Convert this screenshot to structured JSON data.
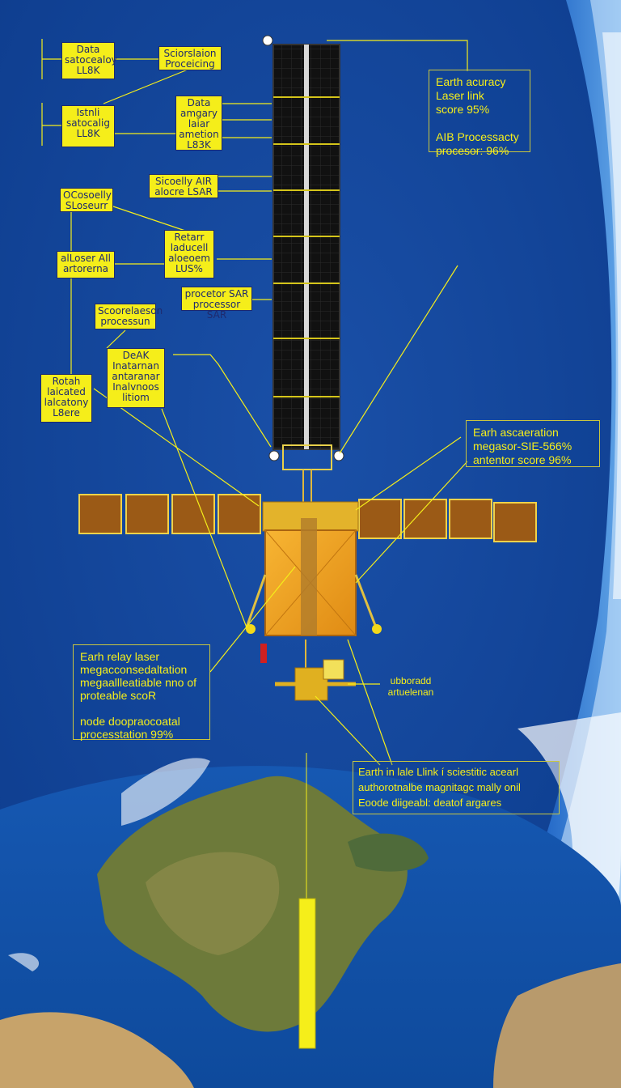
{
  "palette": {
    "space": "#0d3f92",
    "label_yellow": "#f5ee1a",
    "label_text": "#1e2a6e",
    "solar_panel": "#141414",
    "solar_wing": "#9b5a16",
    "satellite_body": "#f0a022",
    "ocean": "#1560b8",
    "land": "#6d7a3a",
    "cloud": "#ffffff"
  },
  "labels": {
    "l1": "Data\nsatocealoy\nLL8K",
    "l2": "Sciorslaion\nProceicing",
    "l3": "Istnli\nsatocalig\nLL8K",
    "l4": "Data\namgary\nlaiar\nametion\nL83K",
    "l5": "Sicoelly AIR\nalocre LSAR",
    "l6": "OCosoelly\nSLoseurr",
    "l7": "Retarr\nladucell\naloeoem\nLUS%",
    "l8": "alLoser AIl\nartorerna",
    "l9": "procetor SAR\nprocessor SAR",
    "l10": "Scoorelaeson\nprocessun",
    "l11": "DeAK\nInatarnan\nantaranar\nInalvnoos\nlitiom",
    "l12": "Rotah\nlaicated\nlalcatony\nL8ere",
    "callout_top_right": "Earth acuracy\nLaser link\nscore  95%\n\nAIB Processacty\nprocesor: 96%",
    "callout_mid_right": "Earh ascaeration\nmegasor-SIE-566%\nantentor score  96%",
    "callout_left": "Earh relay laser\nmegacconsedaltation\nmegaallleatiable nno of\nproteable scoR\n\nnode doopraocoatal\nprocesstation 99%",
    "antenna_label": "ubboradd\nartuelenan",
    "callout_bottom": "Earth in lale Llink í sciestitic acearl\nauthorotnalbe magnitagc mally onil\nEoode diigeabl: deatof argares"
  }
}
